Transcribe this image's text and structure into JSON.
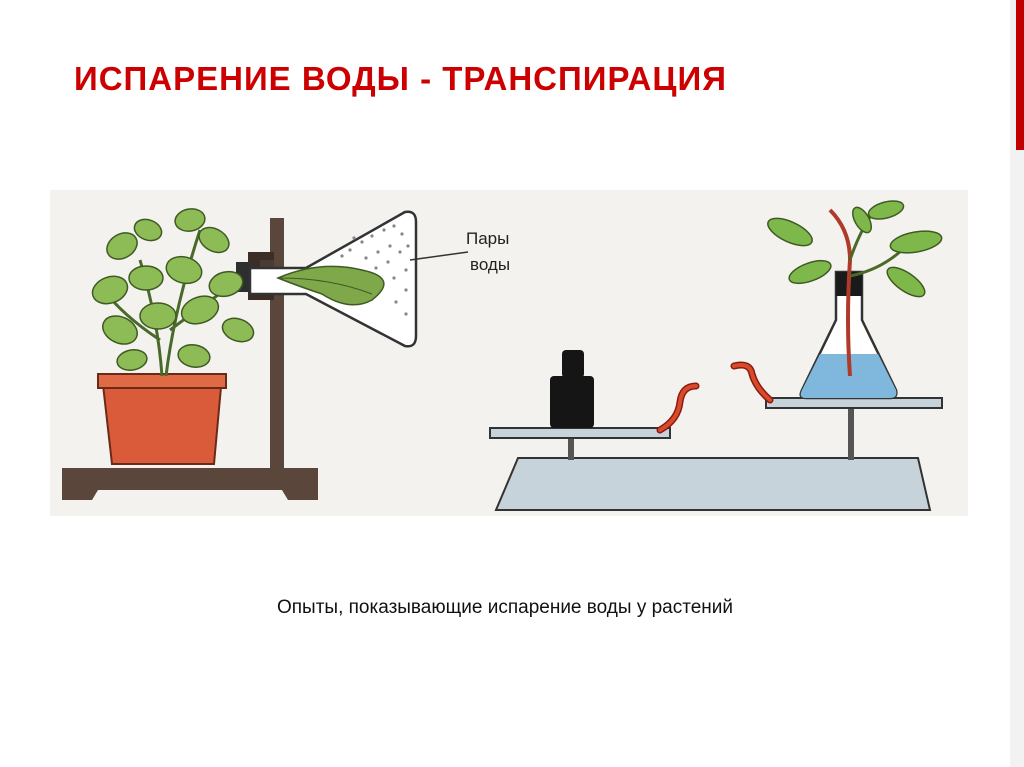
{
  "slide": {
    "title": "ИСПАРЕНИЕ ВОДЫ - ТРАНСПИРАЦИЯ",
    "caption": "Опыты, показывающие испарение воды у растений",
    "accent_color": "#c00000"
  },
  "figure": {
    "label_line1": "Пары",
    "label_line2": "воды"
  }
}
